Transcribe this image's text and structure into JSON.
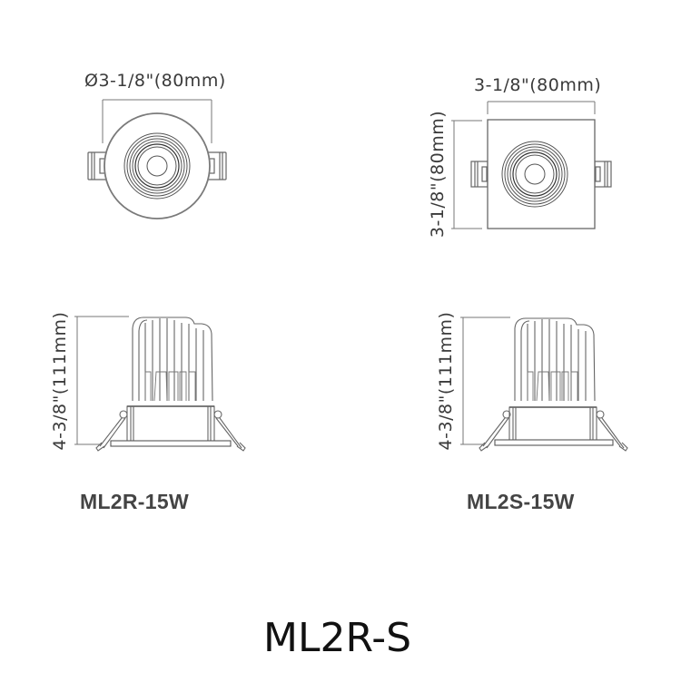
{
  "title": "ML2R-S",
  "models": {
    "round": {
      "label": "ML2R-15W",
      "top_dimension": "Ø3-1/8\"(80mm)",
      "height_dimension": "4-3/8\"(111mm)"
    },
    "square": {
      "label": "ML2S-15W",
      "top_width_dimension": "3-1/8\"(80mm)",
      "top_height_dimension": "3-1/8\"(80mm)",
      "height_dimension": "4-3/8\"(111mm)"
    }
  },
  "colors": {
    "line": "#555555",
    "dim_line": "#777777",
    "label": "#444444",
    "title": "#111111"
  }
}
